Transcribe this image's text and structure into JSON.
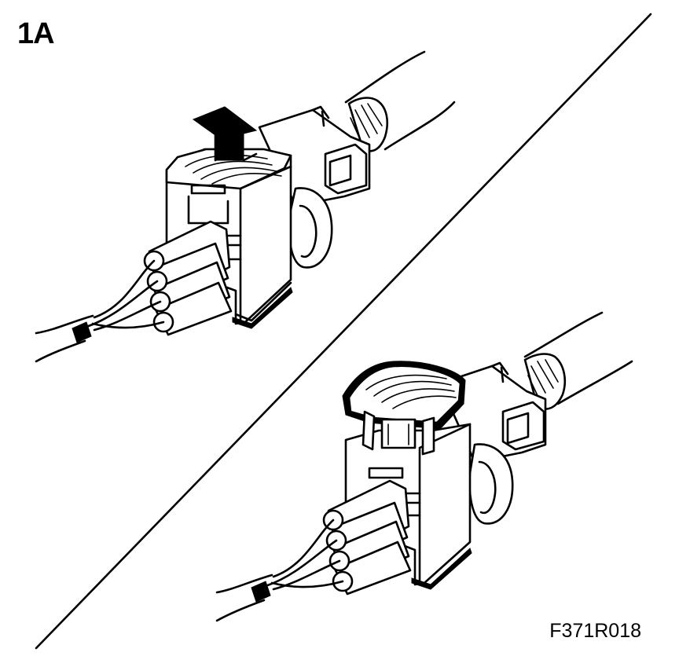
{
  "figure": {
    "label": "1A",
    "code": "F371R018"
  },
  "illustration": {
    "top_view": "connector-lock-pulled-up",
    "bottom_view": "connector-lock-raised",
    "indicator": "up-arrow-icon"
  }
}
